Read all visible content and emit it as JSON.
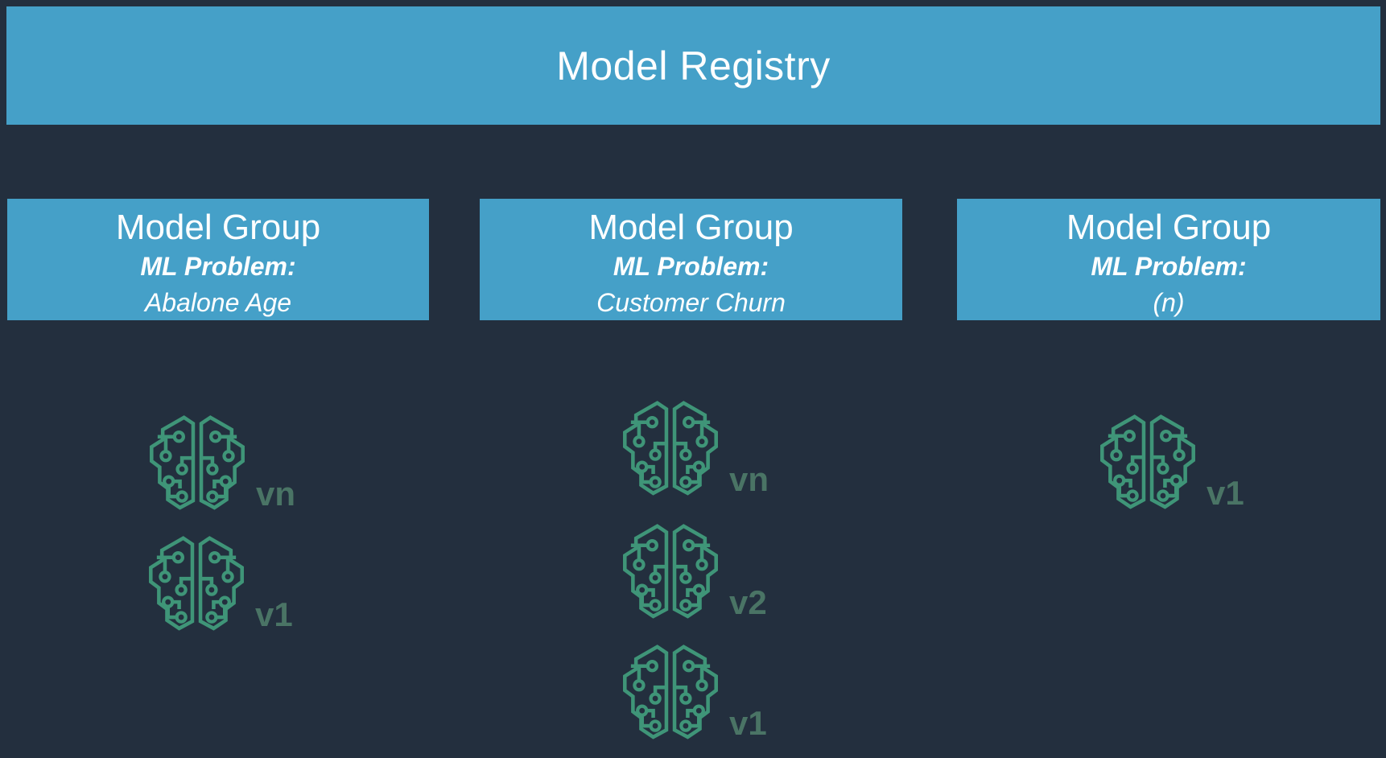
{
  "header": {
    "title": "Model Registry"
  },
  "groups": [
    {
      "title": "Model Group",
      "subtitle": "ML Problem:",
      "problem": "Abalone Age",
      "versions": [
        "vn",
        "v1"
      ]
    },
    {
      "title": "Model Group",
      "subtitle": "ML Problem:",
      "problem": "Customer Churn",
      "versions": [
        "vn",
        "v2",
        "v1"
      ]
    },
    {
      "title": "Model Group",
      "subtitle": "ML Problem:",
      "problem": "(n)",
      "versions": [
        "v1"
      ]
    }
  ],
  "icons": {
    "model_version": "circuit-brain-icon"
  },
  "colors": {
    "background": "#232f3e",
    "box_blue": "#45a0c8",
    "title_white": "#ffffff",
    "brain_green": "#3f9578",
    "version_green": "#4a7465"
  }
}
